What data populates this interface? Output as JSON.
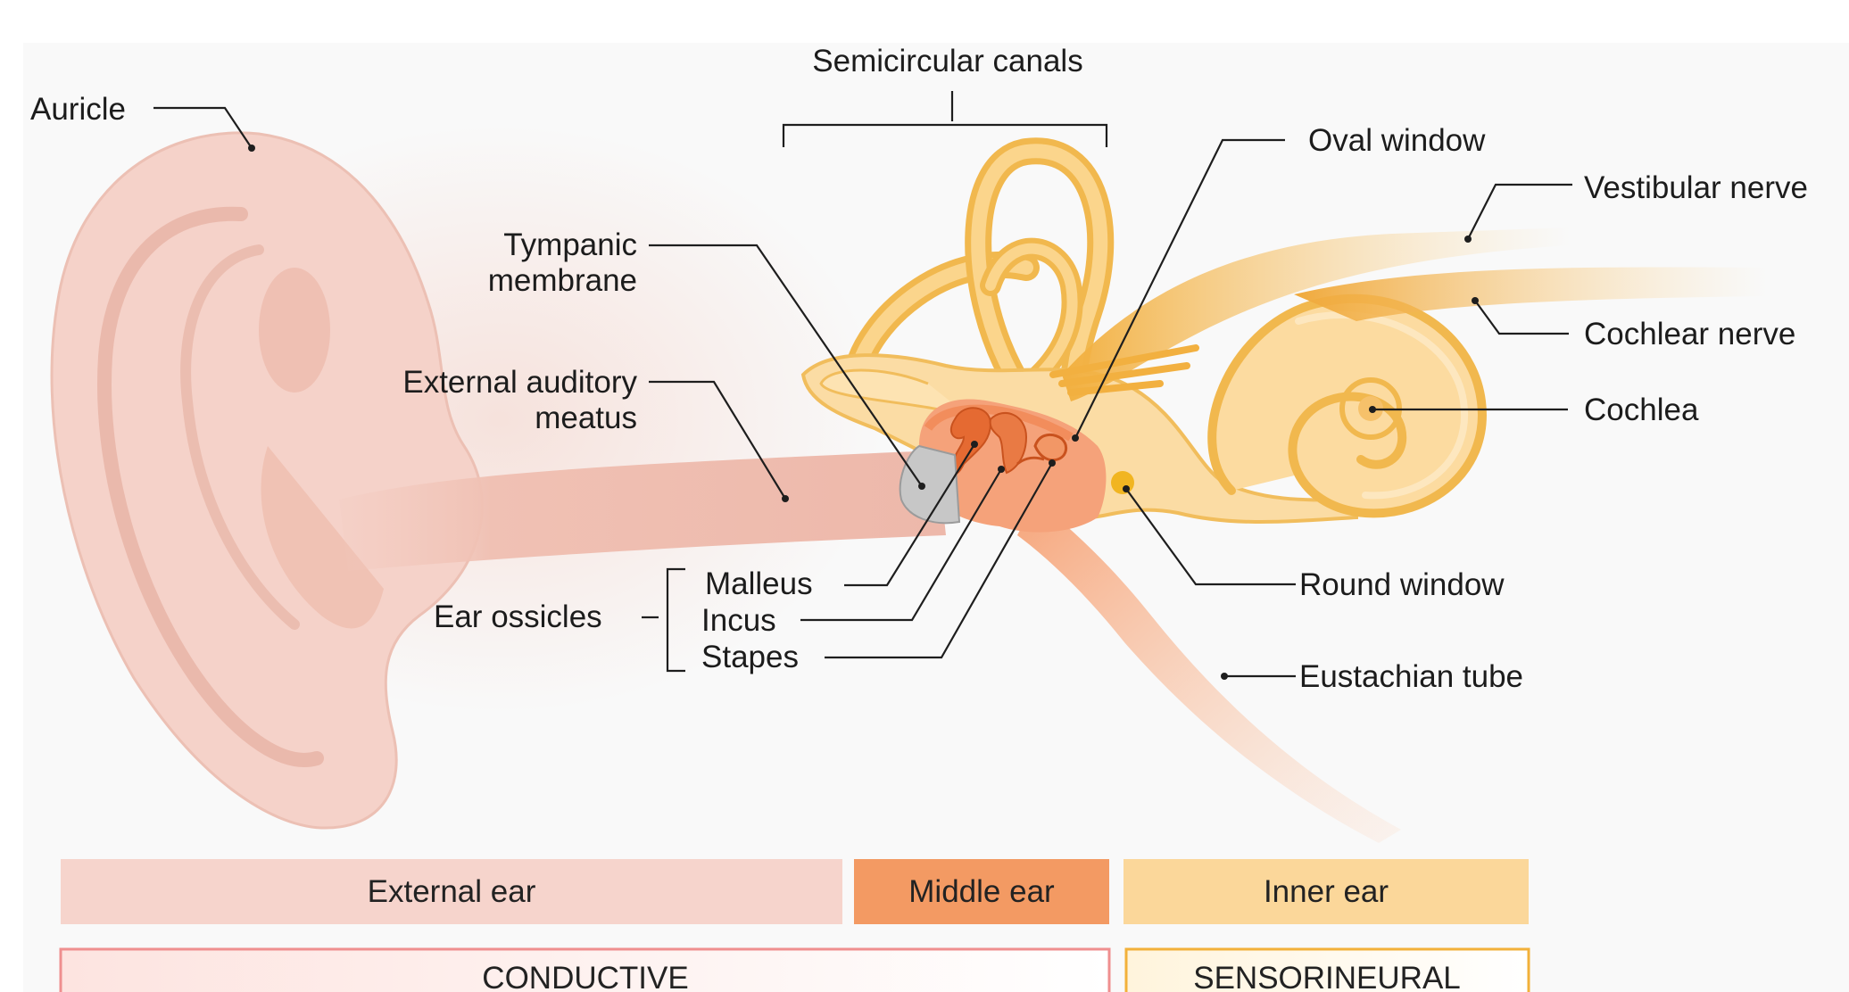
{
  "labels": {
    "auricle": "Auricle",
    "semicircular_canals": "Semicircular canals",
    "oval_window": "Oval window",
    "vestibular_nerve": "Vestibular nerve",
    "tympanic_line1": "Tympanic",
    "tympanic_line2": "membrane",
    "external_meatus_line1": "External auditory",
    "external_meatus_line2": "meatus",
    "cochlear_nerve": "Cochlear nerve",
    "cochlea": "Cochlea",
    "ear_ossicles": "Ear ossicles",
    "malleus": "Malleus",
    "incus": "Incus",
    "stapes": "Stapes",
    "round_window": "Round window",
    "eustachian_tube": "Eustachian tube"
  },
  "regions": {
    "external_ear": "External ear",
    "middle_ear": "Middle ear",
    "inner_ear": "Inner ear"
  },
  "hearing_loss_types": {
    "conductive": "CONDUCTIVE",
    "sensorineural": "SENSORINEURAL"
  },
  "colors": {
    "external_ear": "#f6d4cc",
    "middle_ear": "#f39a63",
    "inner_ear": "#fbd79a",
    "conductive_border": "#ef8f8f",
    "sensorineural_border": "#f2b13a"
  }
}
